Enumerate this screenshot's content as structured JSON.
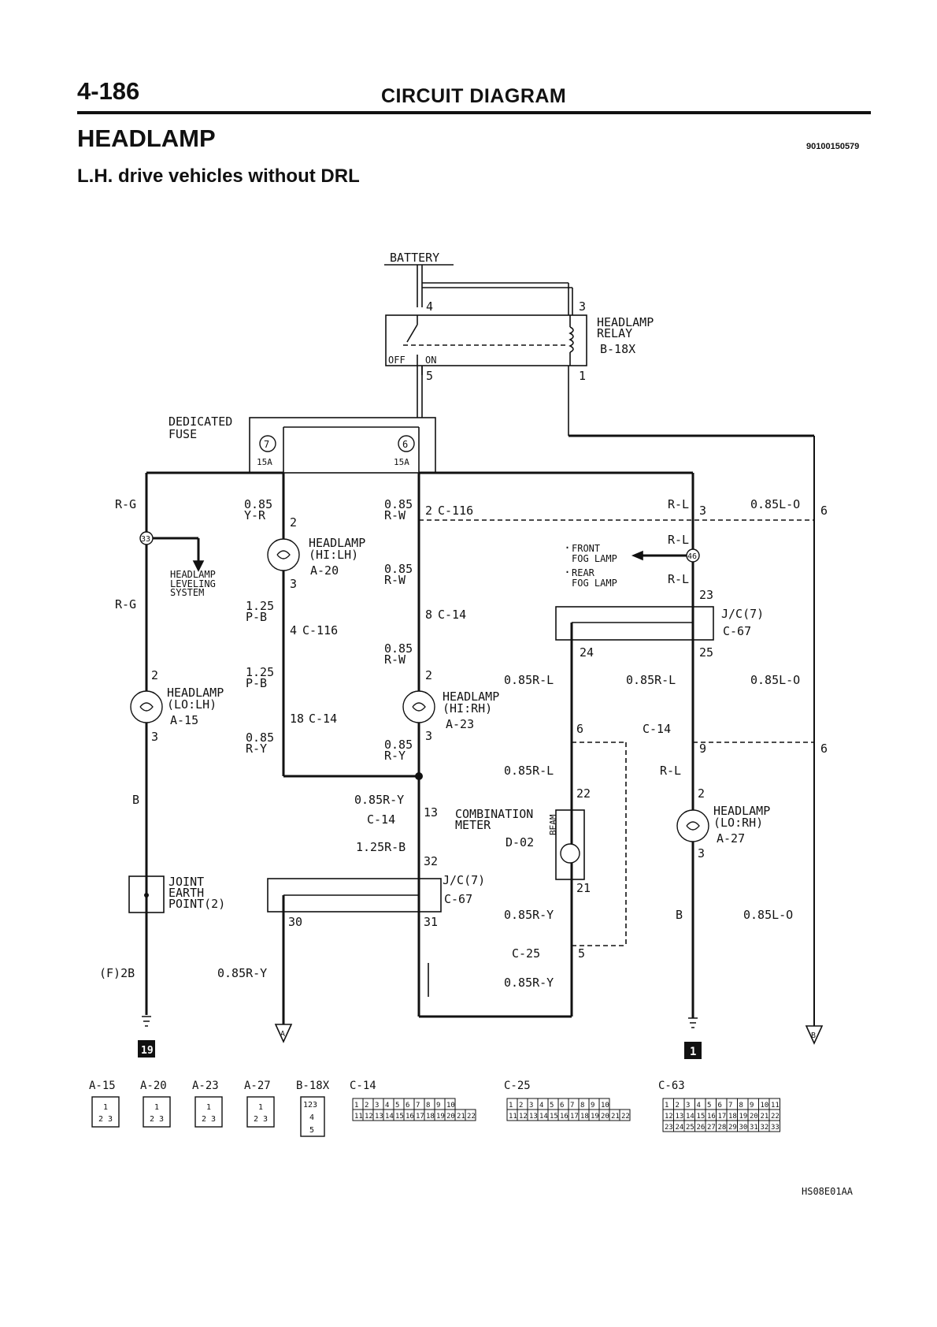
{
  "header": {
    "page_number": "4-186",
    "section_title": "CIRCUIT DIAGRAM",
    "title": "HEADLAMP",
    "document_code": "90100150579",
    "subtitle": "L.H. drive vehicles without DRL"
  },
  "figure_code": "HS08E01AA",
  "components": {
    "battery": "BATTERY",
    "relay": {
      "name_1": "HEADLAMP",
      "name_2": "RELAY",
      "connector": "B-18X",
      "pin_4": "4",
      "pin_3": "3",
      "pin_5": "5",
      "pin_1": "1",
      "off": "OFF",
      "on": "ON"
    },
    "fuse": {
      "name_1": "DEDICATED",
      "name_2": "FUSE",
      "fuse_7_no": "7",
      "fuse_7_amp": "15A",
      "fuse_6_no": "6",
      "fuse_6_amp": "15A"
    },
    "hl_hi_lh": {
      "name": "HEADLAMP",
      "sub": "(HI:LH)",
      "connector": "A-20",
      "pin_top": "2",
      "pin_bot": "3"
    },
    "hl_lo_lh": {
      "name": "HEADLAMP",
      "sub": "(LO:LH)",
      "connector": "A-15",
      "pin_top": "2",
      "pin_bot": "3"
    },
    "hl_hi_rh": {
      "name": "HEADLAMP",
      "sub": "(HI:RH)",
      "connector": "A-23",
      "pin_top": "2",
      "pin_bot": "3"
    },
    "hl_lo_rh": {
      "name": "HEADLAMP",
      "sub": "(LO:RH)",
      "connector": "A-27",
      "pin_top": "2",
      "pin_bot": "3"
    },
    "leveling": {
      "line1": "HEADLAMP",
      "line2": "LEVELING",
      "line3": "SYSTEM",
      "junction": "33"
    },
    "fog": {
      "front_1": "FRONT",
      "front_2": "FOG LAMP",
      "rear_1": "REAR",
      "rear_2": "FOG LAMP",
      "junction": "46",
      "bullet": "·"
    },
    "jc_upper": {
      "name": "J/C(7)",
      "connector": "C-67",
      "pin_in": "23",
      "pin_left": "24",
      "pin_right": "25"
    },
    "jc_lower": {
      "name": "J/C(7)",
      "connector": "C-67",
      "pin_in": "32",
      "pin_left": "30",
      "pin_right": "31"
    },
    "meter": {
      "name_1": "COMBINATION",
      "name_2": "METER",
      "connector": "D-02",
      "beam": "BEAM",
      "pin_top": "22",
      "pin_bot": "21",
      "pin_left": "13"
    },
    "joint_earth": {
      "line1": "JOINT",
      "line2": "EARTH",
      "line3": "POINT(2)"
    },
    "ground_left": {
      "id": "19",
      "note": "(F)2B"
    },
    "ground_right": {
      "id": "1"
    },
    "offpage_a": "A",
    "offpage_b": "B"
  },
  "wires": {
    "rg_1": "R-G",
    "rg_2": "R-G",
    "yr_size": "0.85",
    "yr_color": "Y-R",
    "rw1_size": "0.85",
    "rw1_color": "R-W",
    "rw2_size": "0.85",
    "rw2_color": "R-W",
    "rw3_size": "0.85",
    "rw3_color": "R-W",
    "pb1_size": "1.25",
    "pb1_color": "P-B",
    "pb2_size": "1.25",
    "pb2_color": "P-B",
    "ry1_size": "0.85",
    "ry1_color": "R-Y",
    "ry2_size": "0.85",
    "ry2_color": "R-Y",
    "rl_1": "R-L",
    "rl_2": "R-L",
    "rl_3": "R-L",
    "rl_4": "R-L",
    "lo_1": "0.85L-O",
    "lo_2": "0.85L-O",
    "lo_3": "0.85L-O",
    "rl_meter_1": "0.85R-L",
    "rl_meter_2": "0.85R-L",
    "rl_right": "0.85R-L",
    "ry_meter_1": "0.85R-Y",
    "ry_meter_2": "0.85R-Y",
    "ry_meter_3": "0.85R-Y",
    "ry_a": "0.85R-Y",
    "rb_125": "1.25R-B",
    "b_left": "B",
    "b_right": "B"
  },
  "connectors": {
    "c116_a": "C-116",
    "c116_a_pin": "2",
    "c116_b": "C-116",
    "c116_b_pin": "4",
    "c14_a": "C-14",
    "c14_a_pin": "8",
    "c14_b": "C-14",
    "c14_b_pin": "18",
    "c14_c": "C-14",
    "c14_c_pin": "13",
    "c14_d": "C-14",
    "c14_d_pin_left": "6",
    "c14_d_pin_mid": "9",
    "c14_d_pin_right": "6",
    "c25": "C-25",
    "c25_pin": "5",
    "pin_3_rl": "3",
    "pin_6_lo": "6"
  },
  "legend": {
    "labels": [
      "A-15",
      "A-20",
      "A-23",
      "A-27",
      "B-18X",
      "C-14",
      "C-25",
      "C-63"
    ],
    "small_pins": [
      "1",
      "2",
      "3"
    ],
    "relay_pins": [
      "1",
      "2",
      "3",
      "4",
      "5"
    ],
    "c14_row1": [
      "1",
      "2",
      "3",
      "4",
      "5",
      "6",
      "7",
      "8",
      "9",
      "10"
    ],
    "c14_row2": [
      "11",
      "12",
      "13",
      "14",
      "15",
      "16",
      "17",
      "18",
      "19",
      "20",
      "21",
      "22"
    ],
    "c63_row1": [
      "1",
      "2",
      "3",
      "4",
      "5",
      "6",
      "7",
      "8",
      "9",
      "10",
      "11"
    ],
    "c63_row2": [
      "12",
      "13",
      "14",
      "15",
      "16",
      "17",
      "18",
      "19",
      "20",
      "21",
      "22"
    ],
    "c63_row3": [
      "23",
      "24",
      "25",
      "26",
      "27",
      "28",
      "29",
      "30",
      "31",
      "32",
      "33"
    ]
  }
}
